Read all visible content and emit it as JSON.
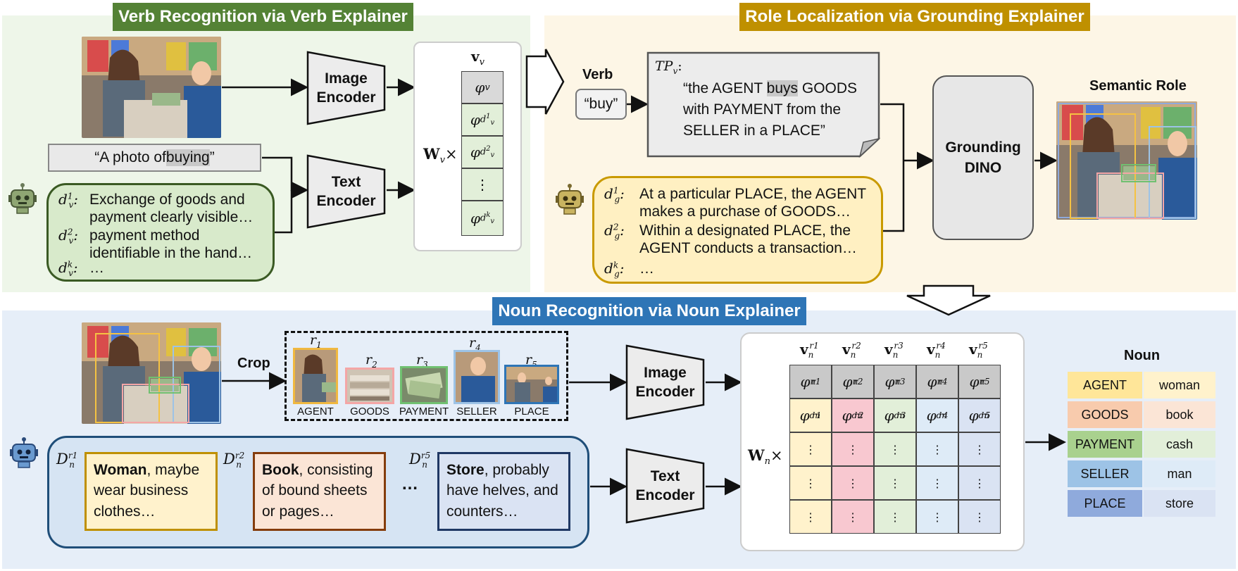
{
  "colors": {
    "verb_panel_bg": "#eef6e9",
    "role_panel_bg": "#fdf6e6",
    "noun_panel_bg": "#e6eef8",
    "verb_title_bg": "#548235",
    "role_title_bg": "#bf9000",
    "noun_title_bg": "#2e75b6",
    "agent": "#fbe5a0",
    "goods": "#f8cbad",
    "payment": "#c5e0b4",
    "seller": "#9dc3e6",
    "place": "#8faadc",
    "highlight": "#c9c9c9"
  },
  "verb_section": {
    "title": "Verb Recognition via Verb Explainer",
    "image_encoder": "Image\nEncoder",
    "text_encoder": "Text\nEncoder",
    "prompt_prefix": "“A photo of ",
    "prompt_highlight": "buying",
    "prompt_suffix": "”",
    "descriptions": [
      {
        "sym": "d",
        "sub": "v",
        "sup": "1",
        "text": "Exchange of goods and payment clearly visible…"
      },
      {
        "sym": "d",
        "sub": "v",
        "sup": "2",
        "text": "payment method identifiable in the hand…"
      },
      {
        "sym": "d",
        "sub": "v",
        "sup": "k",
        "text": "…"
      }
    ],
    "vector_label": "v",
    "vector_sub": "v",
    "weight_label": "W",
    "weight_sub": "v",
    "times": "×",
    "vector_cells": [
      {
        "sym": "φ",
        "sub": "v",
        "sup": ""
      },
      {
        "sym": "φ",
        "sub": "d",
        "subsub": "v",
        "sup": "1"
      },
      {
        "sym": "φ",
        "sub": "d",
        "subsub": "v",
        "sup": "2"
      },
      {
        "sym": "⋮"
      },
      {
        "sym": "φ",
        "sub": "d",
        "subsub": "v",
        "sup": "k"
      }
    ]
  },
  "role_section": {
    "title": "Role Localization via Grounding Explainer",
    "verb_heading": "Verb",
    "verb_value": "“buy”",
    "tp_sym": "TP",
    "tp_sub": "v",
    "tp_colon": ":",
    "template_line1_a": "“the AGENT ",
    "template_line1_hl": "buys",
    "template_line1_b": " GOODS",
    "template_line2": "with PAYMENT from the",
    "template_line3": "SELLER in a PLACE”",
    "grounding_label": "Grounding\nDINO",
    "semantic_role_label": "Semantic Role",
    "descriptions": [
      {
        "sym": "d",
        "sub": "g",
        "sup": "1",
        "text": "At a particular PLACE, the AGENT makes a purchase of GOODS…"
      },
      {
        "sym": "d",
        "sub": "g",
        "sup": "2",
        "text": "Within a designated PLACE, the AGENT conducts a transaction…"
      },
      {
        "sym": "d",
        "sub": "g",
        "sup": "k",
        "text": "…"
      }
    ]
  },
  "noun_section": {
    "title": "Noun Recognition via Noun Explainer",
    "crop_label": "Crop",
    "image_encoder": "Image\nEncoder",
    "text_encoder": "Text\nEncoder",
    "roles": [
      {
        "r": "r",
        "idx": "1",
        "name": "AGENT"
      },
      {
        "r": "r",
        "idx": "2",
        "name": "GOODS"
      },
      {
        "r": "r",
        "idx": "3",
        "name": "PAYMENT"
      },
      {
        "r": "r",
        "idx": "4",
        "name": "SELLER"
      },
      {
        "r": "r",
        "idx": "5",
        "name": "PLACE"
      }
    ],
    "desc_sets": [
      {
        "sym": "D",
        "sub": "n",
        "sup": "r1",
        "bold": "Woman",
        "rest": ", maybe wear business clothes…"
      },
      {
        "sym": "D",
        "sub": "n",
        "sup": "r2",
        "bold": "Book",
        "rest": ", consisting of bound sheets or pages…"
      },
      {
        "sym": "D",
        "sub": "n",
        "sup": "r5",
        "bold": "Store",
        "rest": ", probably have helves, and counters…"
      }
    ],
    "ellipsis": "…",
    "weight_label": "W",
    "weight_sub": "n",
    "times": "×",
    "matrix_headers": [
      "r1",
      "r2",
      "r3",
      "r4",
      "r5"
    ],
    "vdots": "⋮",
    "noun_heading": "Noun",
    "noun_table": [
      {
        "role": "AGENT",
        "noun": "woman"
      },
      {
        "role": "GOODS",
        "noun": "book"
      },
      {
        "role": "PAYMENT",
        "noun": "cash"
      },
      {
        "role": "SELLER",
        "noun": "man"
      },
      {
        "role": "PLACE",
        "noun": "store"
      }
    ]
  }
}
